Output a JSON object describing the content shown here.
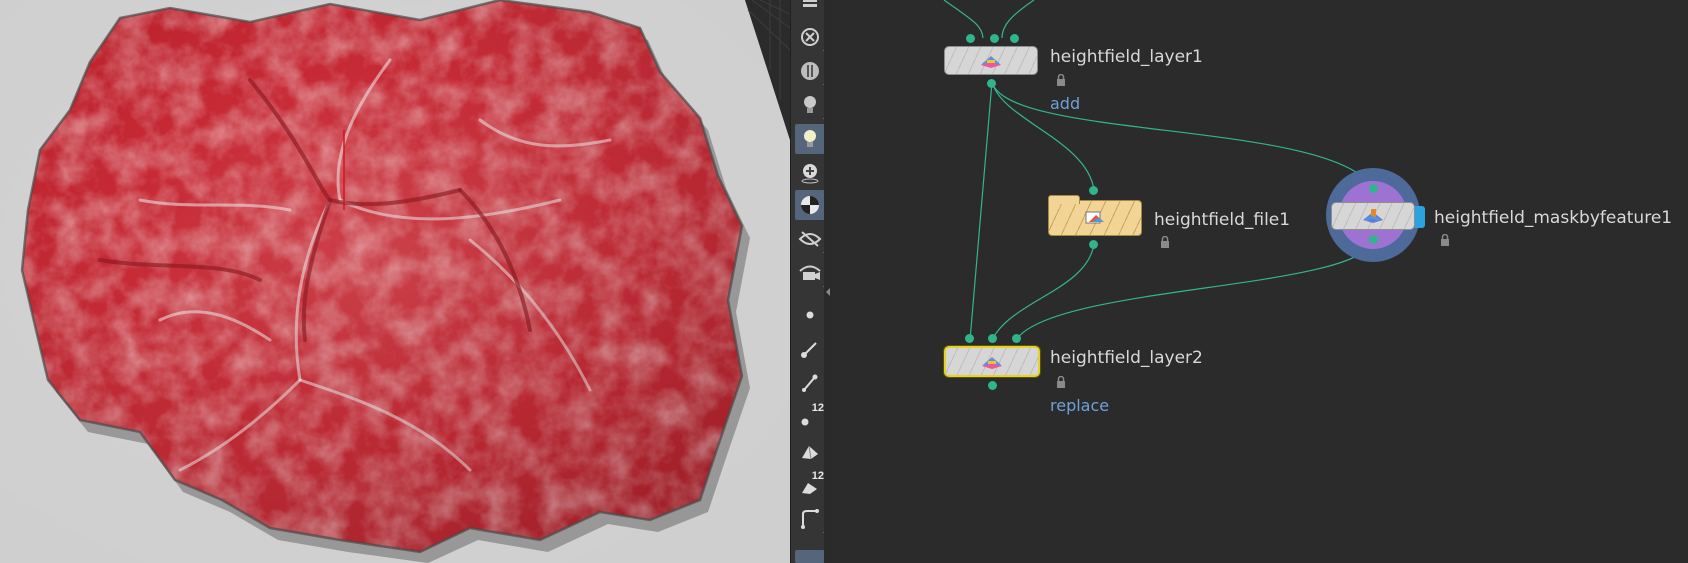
{
  "viewport": {
    "description_colors": {
      "terrain_red": "#c8232e",
      "terrain_white": "#e9e9ea",
      "background": "#7d7d7d"
    }
  },
  "toolbar": {
    "tools": [
      {
        "icon": "stack-icon"
      },
      {
        "icon": "no-display-icon"
      },
      {
        "icon": "shading-ball-icon"
      },
      {
        "icon": "light-bulb-icon"
      },
      {
        "icon": "light-bulb-active-icon"
      },
      {
        "icon": "light-add-icon"
      },
      {
        "icon": "checker-sphere-icon"
      },
      {
        "icon": "visibility-eye-icon"
      },
      {
        "icon": "camera-view-icon"
      },
      {
        "icon": "point-icon"
      },
      {
        "icon": "normals-icon"
      },
      {
        "icon": "vector-icon"
      },
      {
        "icon": "point-numbers-icon",
        "number": "12"
      },
      {
        "icon": "primitive-icon"
      },
      {
        "icon": "primitive-numbers-icon",
        "number": "12"
      },
      {
        "icon": "curve-icon"
      }
    ]
  },
  "network": {
    "wire_color": "#33b58f",
    "nodes": [
      {
        "id": "layer1",
        "name": "heightfield_layer1",
        "label": "add",
        "selected": false
      },
      {
        "id": "file1",
        "name": "heightfield_file1",
        "label": ""
      },
      {
        "id": "maskbyfeature1",
        "name": "heightfield_maskbyfeature1",
        "label": ""
      },
      {
        "id": "layer2",
        "name": "heightfield_layer2",
        "label": "replace",
        "selected": true
      }
    ]
  }
}
